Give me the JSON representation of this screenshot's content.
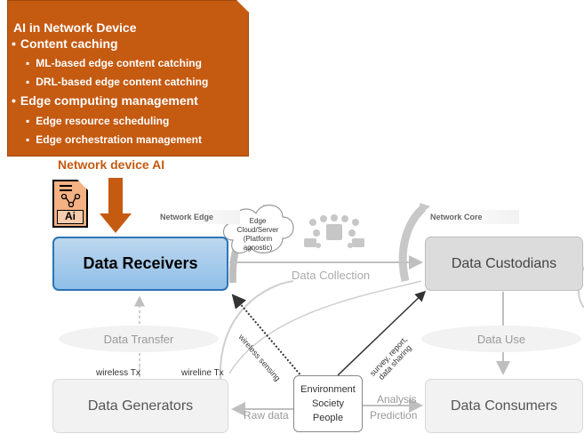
{
  "callout": {
    "title": "AI in Network Device",
    "items": [
      {
        "label": "Content caching",
        "sub": [
          "ML-based edge content catching",
          "DRL-based edge content catching"
        ]
      },
      {
        "label": "Edge computing management",
        "sub": [
          "Edge resource scheduling",
          "Edge orchestration management"
        ]
      }
    ]
  },
  "heading": "Network device AI",
  "file_icon_text": "Ai",
  "network_edge": "Network Edge",
  "edge_cloud": [
    "Edge",
    "Cloud/Server",
    "(Platform",
    "agnostic)"
  ],
  "network_core": "Network Core",
  "boxes": {
    "receivers": "Data Receivers",
    "custodians": "Data Custodians",
    "generators": "Data Generators",
    "consumers": "Data Consumers",
    "environment": [
      "Environment",
      "Society",
      "People"
    ]
  },
  "labels": {
    "data_collection": "Data Collection",
    "data_transfer": "Data Transfer",
    "data_use": "Data Use",
    "wireless_tx": "wireless Tx",
    "wireline_tx": "wireline Tx",
    "wireless_sensing": "wireless sensing",
    "survey": [
      "survey, report,",
      "data sharing"
    ],
    "analysis": "Analysis",
    "prediction": "Prediction",
    "raw_data": "Raw data"
  },
  "colors": {
    "accent": "#c55a11",
    "receivers_border": "#2e75b6"
  }
}
